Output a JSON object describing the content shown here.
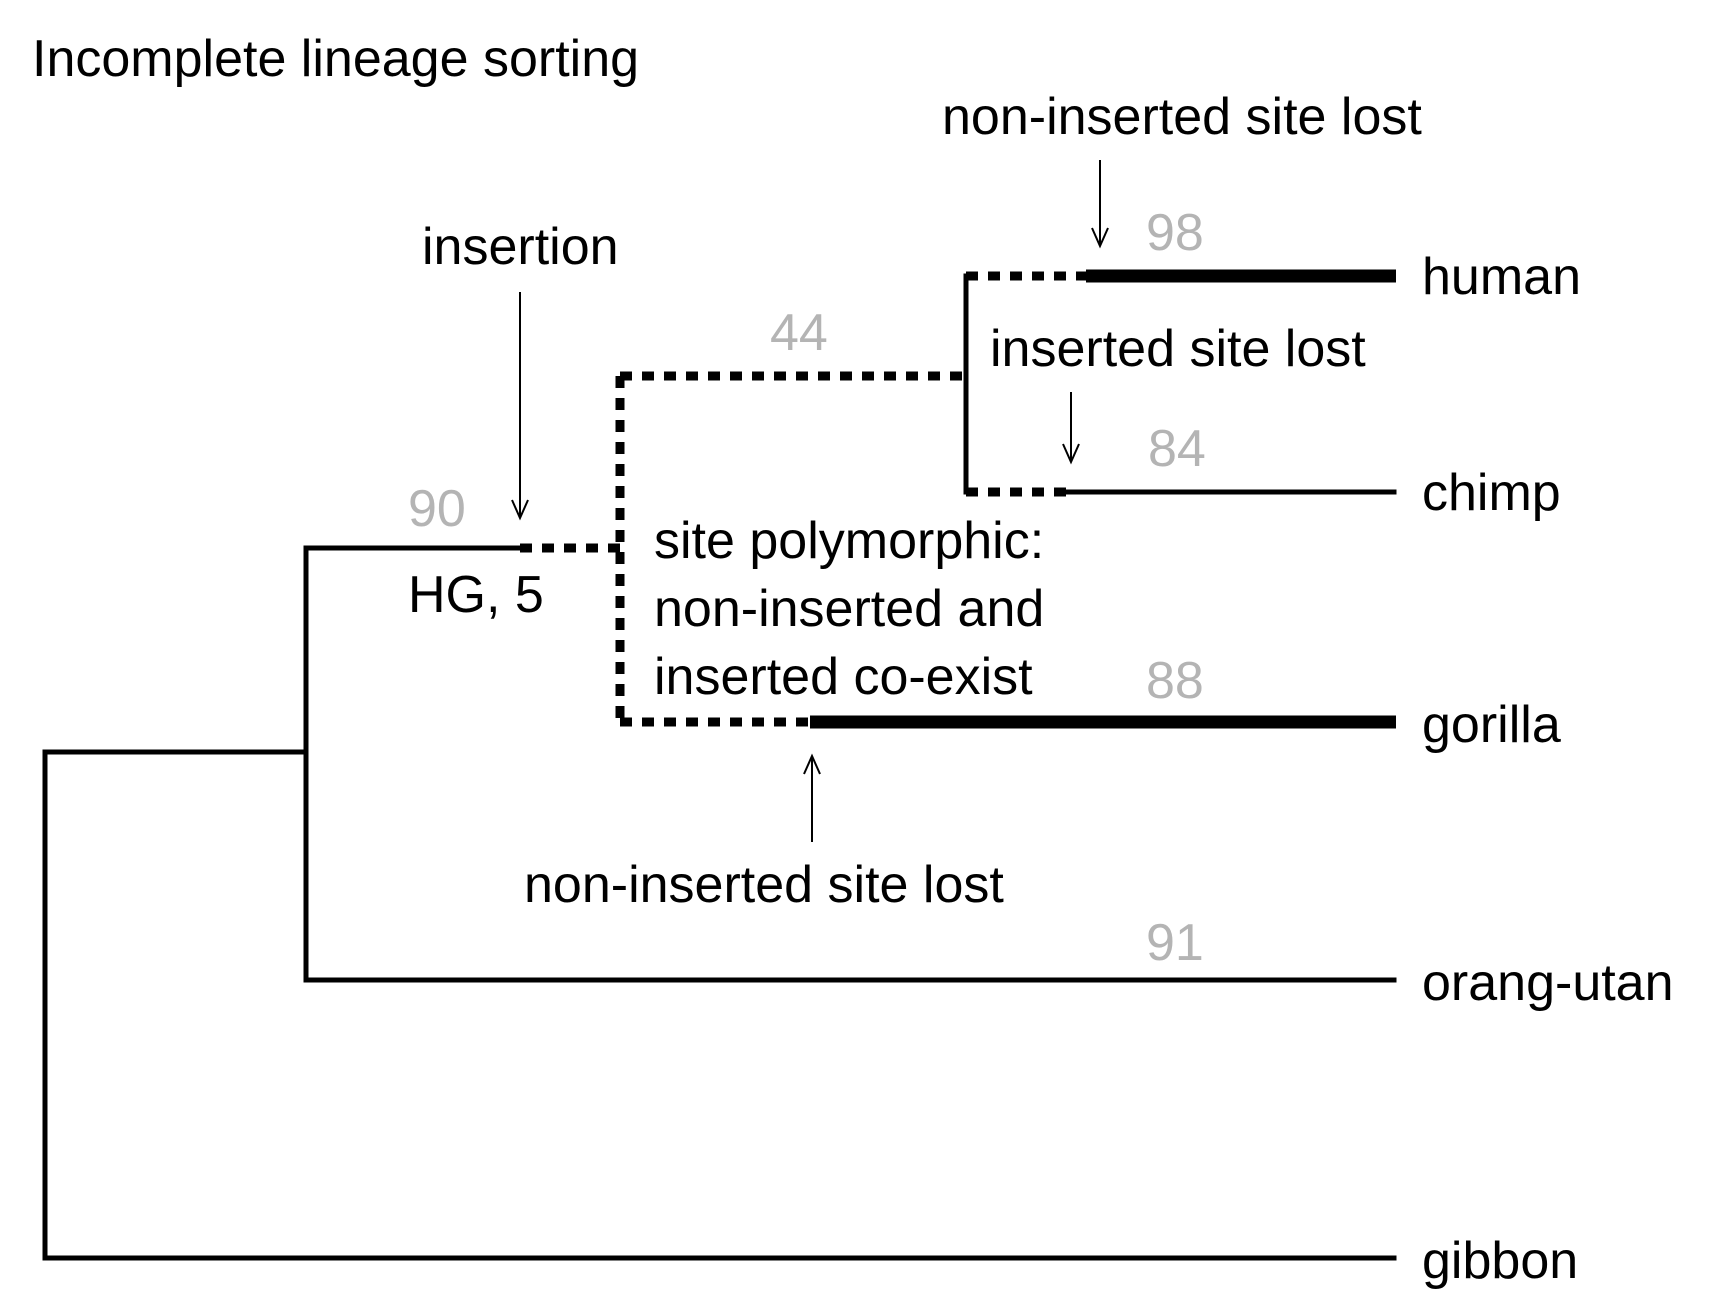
{
  "title": "Incomplete lineage sorting",
  "taxa": {
    "human": "human",
    "chimp": "chimp",
    "gorilla": "gorilla",
    "orangutan": "orang-utan",
    "gibbon": "gibbon"
  },
  "support": {
    "hg_node": "90",
    "hcg_branch": "44",
    "human_branch": "98",
    "chimp_branch": "84",
    "gorilla_branch": "88",
    "orangutan_branch": "91"
  },
  "node_label": "HG, 5",
  "annotations": {
    "insertion": "insertion",
    "top_loss": "non-inserted site lost",
    "inserted_loss": "inserted site lost",
    "polymorphic_line1": "site polymorphic:",
    "polymorphic_line2": "non-inserted and",
    "polymorphic_line3": "inserted co-exist",
    "bottom_loss": "non-inserted site lost"
  },
  "colors": {
    "branch": "#000000",
    "support_value": "#b4b4b4"
  }
}
